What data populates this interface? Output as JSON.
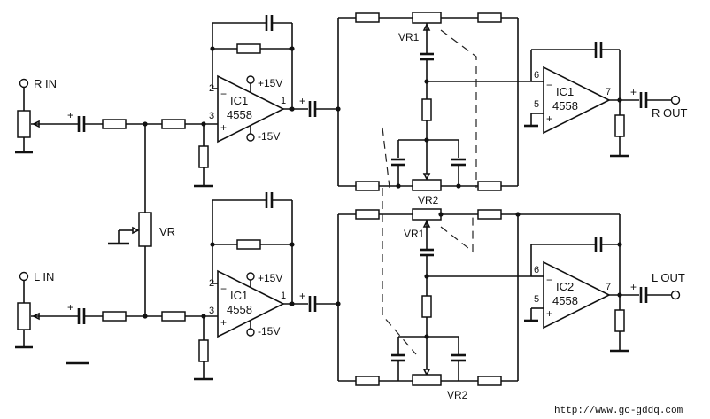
{
  "labels": {
    "r_in": "R IN",
    "l_in": "L IN",
    "r_out": "R OUT",
    "l_out": "L OUT",
    "vr": "VR",
    "vr1": "VR1",
    "vr2": "VR2",
    "ic1": "IC1",
    "ic2": "IC2",
    "chip": "4558",
    "pos_supply": "+15V",
    "neg_supply": "-15V",
    "plus": "+",
    "minus": "−",
    "pin1": "1",
    "pin2": "2",
    "pin3": "3",
    "pin5": "5",
    "pin6": "6",
    "pin7": "7",
    "watermark": "http://www.go-gddq.com"
  }
}
